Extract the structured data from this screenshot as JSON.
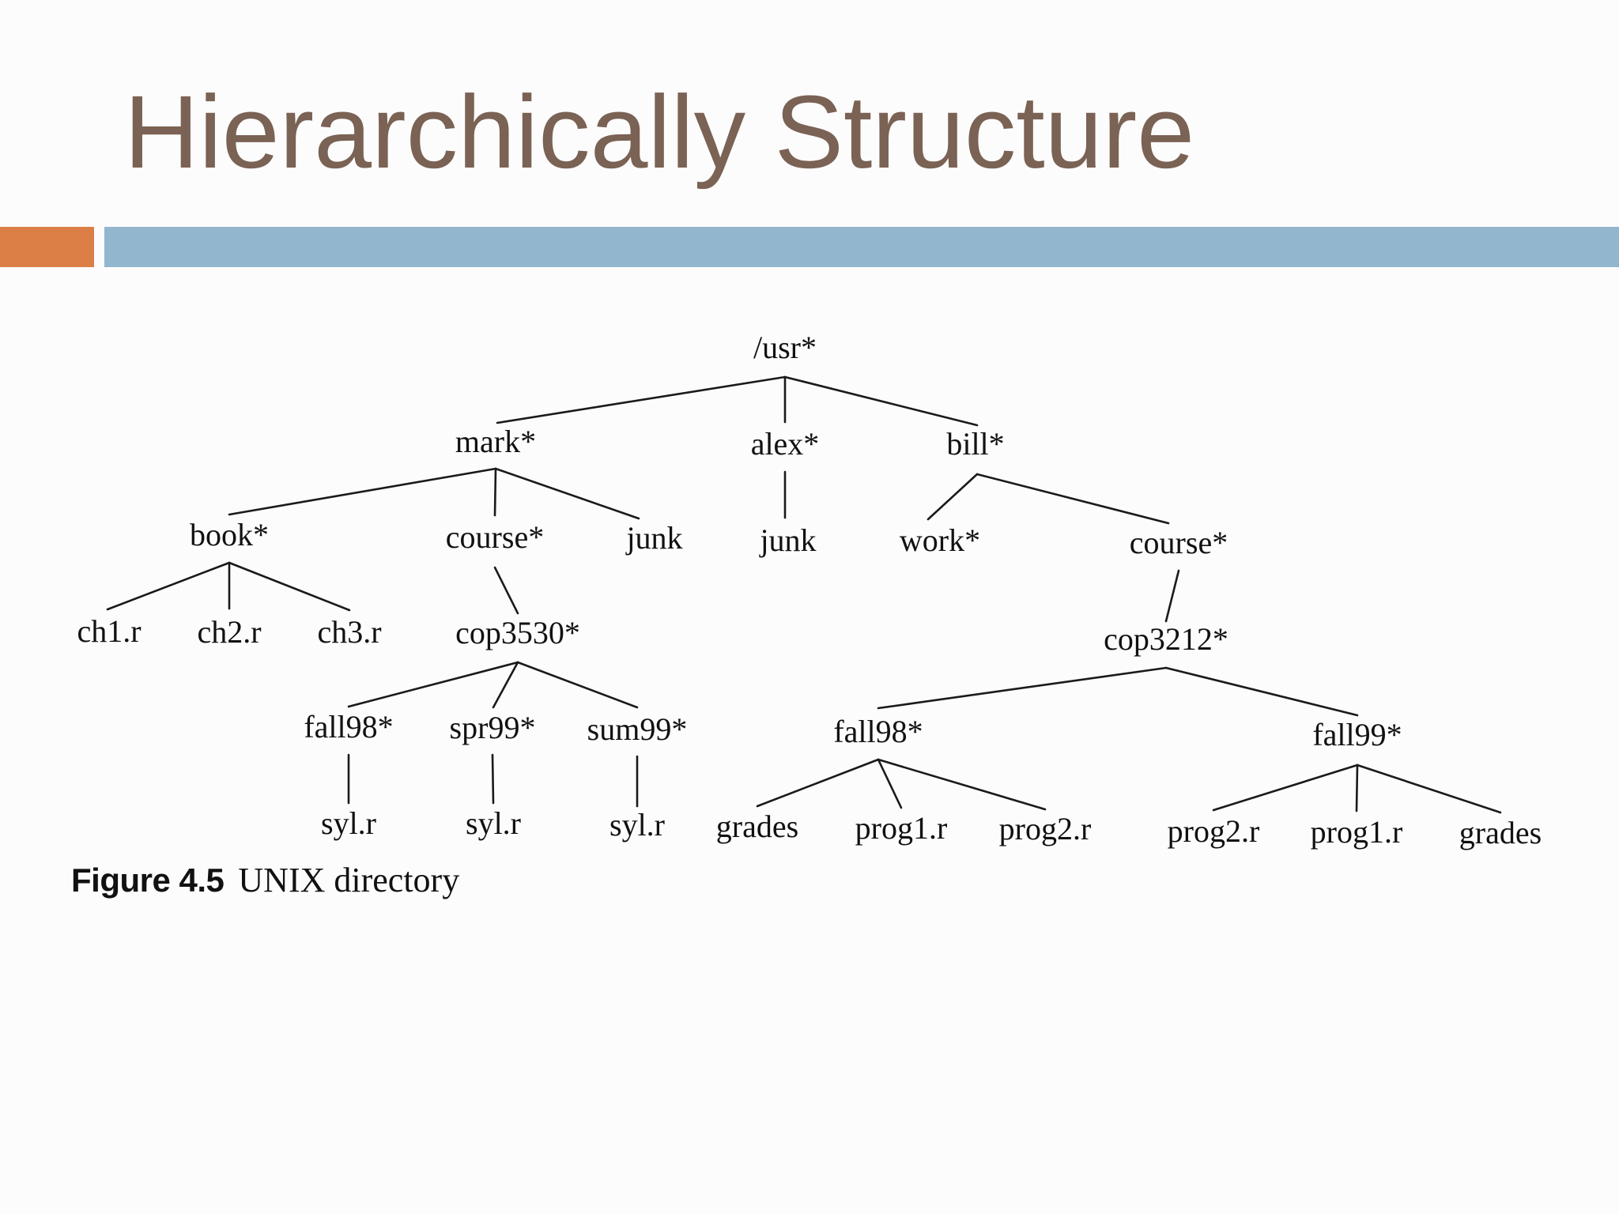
{
  "slide": {
    "title": "Hierarchically Structure",
    "accent_colors": {
      "orange": "#db7f47",
      "blue": "#93b6cf",
      "title": "#7a6254"
    }
  },
  "tree": {
    "nodes": {
      "usr": "/usr*",
      "mark": "mark*",
      "alex": "alex*",
      "bill": "bill*",
      "mark_book": "book*",
      "mark_course": "course*",
      "mark_junk": "junk",
      "alex_junk": "junk",
      "bill_work": "work*",
      "bill_course": "course*",
      "ch1": "ch1.r",
      "ch2": "ch2.r",
      "ch3": "ch3.r",
      "cop3530": "cop3530*",
      "cop3212": "cop3212*",
      "cop3530_fall98": "fall98*",
      "cop3530_spr99": "spr99*",
      "cop3530_sum99": "sum99*",
      "cop3212_fall98": "fall98*",
      "cop3212_fall99": "fall99*",
      "fall98_syl": "syl.r",
      "spr99_syl": "syl.r",
      "sum99_syl": "syl.r",
      "fall98_grades": "grades",
      "fall98_prog1": "prog1.r",
      "fall98_prog2": "prog2.r",
      "fall99_prog2": "prog2.r",
      "fall99_prog1": "prog1.r",
      "fall99_grades": "grades"
    },
    "edges": [
      [
        "usr",
        "mark"
      ],
      [
        "usr",
        "alex"
      ],
      [
        "usr",
        "bill"
      ],
      [
        "mark",
        "mark_book"
      ],
      [
        "mark",
        "mark_course"
      ],
      [
        "mark",
        "mark_junk"
      ],
      [
        "alex",
        "alex_junk"
      ],
      [
        "bill",
        "bill_work"
      ],
      [
        "bill",
        "bill_course"
      ],
      [
        "mark_book",
        "ch1"
      ],
      [
        "mark_book",
        "ch2"
      ],
      [
        "mark_book",
        "ch3"
      ],
      [
        "mark_course",
        "cop3530"
      ],
      [
        "bill_course",
        "cop3212"
      ],
      [
        "cop3530",
        "cop3530_fall98"
      ],
      [
        "cop3530",
        "cop3530_spr99"
      ],
      [
        "cop3530",
        "cop3530_sum99"
      ],
      [
        "cop3212",
        "cop3212_fall98"
      ],
      [
        "cop3212",
        "cop3212_fall99"
      ],
      [
        "cop3530_fall98",
        "fall98_syl"
      ],
      [
        "cop3530_spr99",
        "spr99_syl"
      ],
      [
        "cop3530_sum99",
        "sum99_syl"
      ],
      [
        "cop3212_fall98",
        "fall98_grades"
      ],
      [
        "cop3212_fall98",
        "fall98_prog1"
      ],
      [
        "cop3212_fall98",
        "fall98_prog2"
      ],
      [
        "cop3212_fall99",
        "fall99_prog2"
      ],
      [
        "cop3212_fall99",
        "fall99_prog1"
      ],
      [
        "cop3212_fall99",
        "fall99_grades"
      ]
    ]
  },
  "caption": {
    "label": "Figure 4.5",
    "text": "UNIX directory"
  }
}
